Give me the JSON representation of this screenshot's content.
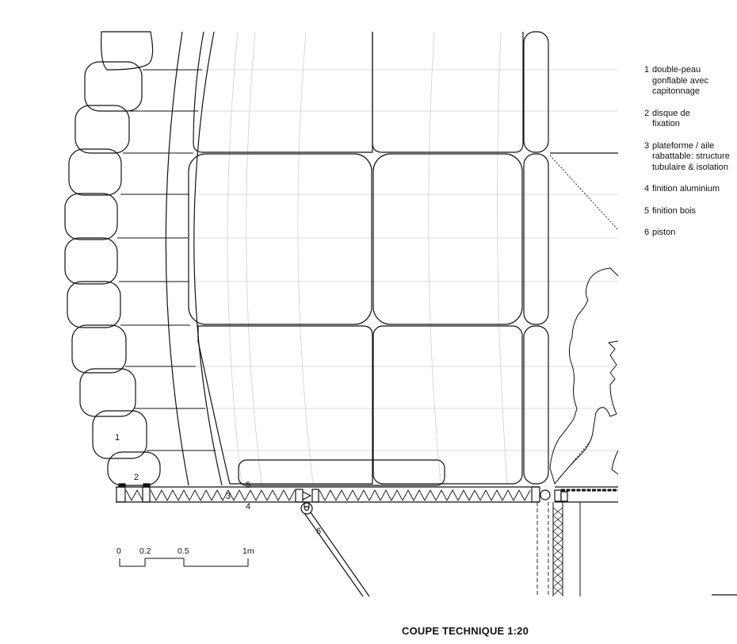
{
  "legend": {
    "items": [
      {
        "num": "1",
        "lines": [
          "double-peau",
          "gonflable avec",
          "capitonnage"
        ]
      },
      {
        "num": "2",
        "lines": [
          "disque de",
          "fixation"
        ]
      },
      {
        "num": "3",
        "lines": [
          "plateforme / aile",
          "rabattable: structure",
          "tubulaire & isolation"
        ]
      },
      {
        "num": "4",
        "lines": [
          "finition aluminium"
        ]
      },
      {
        "num": "5",
        "lines": [
          "finition bois"
        ]
      },
      {
        "num": "6",
        "lines": [
          "piston"
        ]
      }
    ]
  },
  "callouts": {
    "c1": "1",
    "c2": "2",
    "c3": "3",
    "c4": "4",
    "c5": "5",
    "c6": "6"
  },
  "scale_bar": {
    "t0": "0",
    "t1": "0.2",
    "t2": "0.5",
    "t3": "1m"
  },
  "title": "COUPE TECHNIQUE 1:20"
}
